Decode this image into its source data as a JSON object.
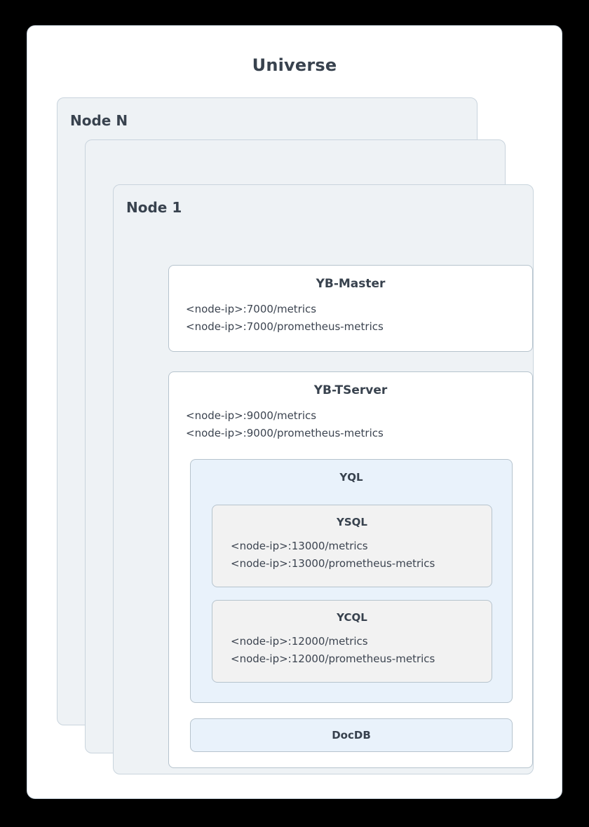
{
  "diagram": {
    "title": "Universe",
    "background_color": "#000000",
    "card_color": "#ffffff",
    "node_card_color": "#eef2f5",
    "border_color": "#c9d4dd",
    "accent_blue": "#e9f2fb",
    "neutral_gray": "#f2f2f2",
    "text_color": "#38424e"
  },
  "nodes": {
    "node_n_label": "Node N",
    "ellipsis_label": "...",
    "node_1_label": "Node 1"
  },
  "components": {
    "yb_master": {
      "title": "YB-Master",
      "endpoints": [
        "<node-ip>:7000/metrics",
        "<node-ip>:7000/prometheus-metrics"
      ]
    },
    "yb_tserver": {
      "title": "YB-TServer",
      "endpoints": [
        "<node-ip>:9000/metrics",
        "<node-ip>:9000/prometheus-metrics"
      ]
    },
    "yql": {
      "title": "YQL"
    },
    "ysql": {
      "title": "YSQL",
      "endpoints": [
        "<node-ip>:13000/metrics",
        "<node-ip>:13000/prometheus-metrics"
      ]
    },
    "ycql": {
      "title": "YCQL",
      "endpoints": [
        "<node-ip>:12000/metrics",
        "<node-ip>:12000/prometheus-metrics"
      ]
    },
    "docdb": {
      "title": "DocDB"
    }
  }
}
